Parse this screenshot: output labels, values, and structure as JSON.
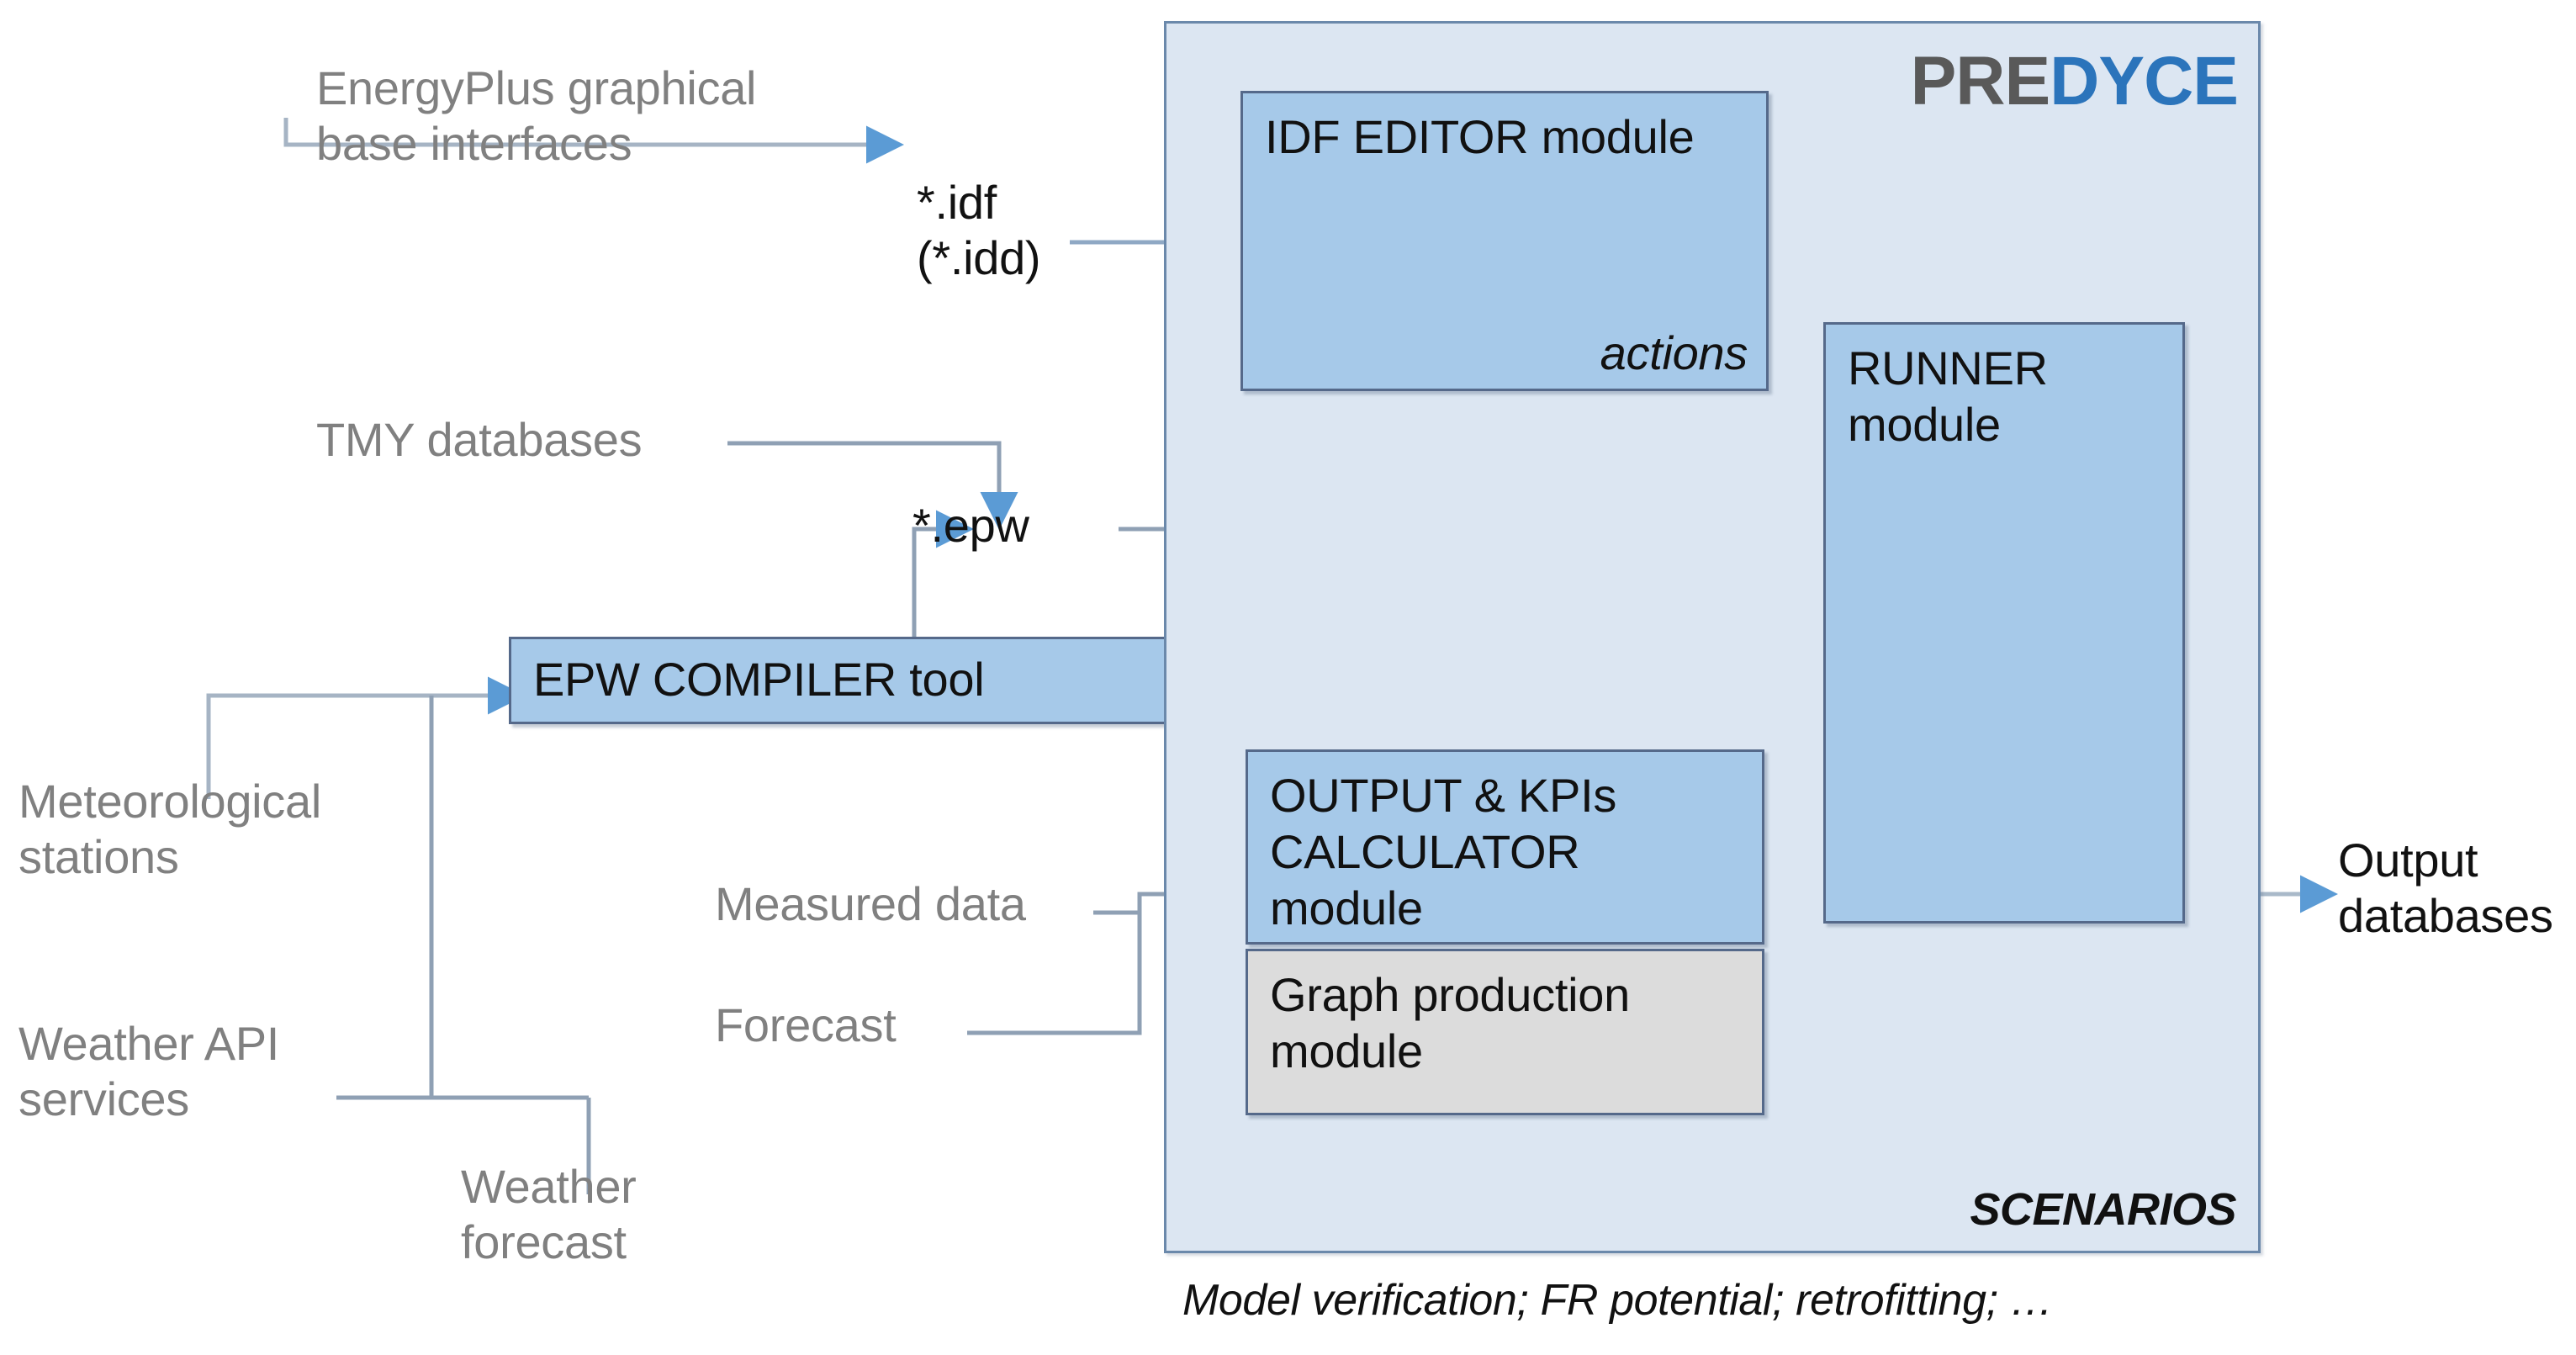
{
  "diagram": {
    "title": "PREDYCE framework architecture",
    "caption": "Model verification; FR potential; retrofitting; …",
    "brand": {
      "part1": "PRE",
      "part2": "DYCE",
      "color1": "#595959",
      "color2": "#2b74bb"
    },
    "panel": {
      "label": "SCENARIOS",
      "fill": "#dce6f2",
      "border": "#6b89ab"
    },
    "colors": {
      "module_fill": "#a6c9e9",
      "module_border": "#55698a",
      "grey_module_fill": "#dcdcdc",
      "arrow_blue": "#5b9bd5",
      "arrow_grey": "#a6a6a6",
      "label_grey": "#808080",
      "text_dark": "#111111"
    }
  },
  "external_labels": [
    {
      "id": "energyplus",
      "text": "EnergyPlus graphical\nbase interfaces"
    },
    {
      "id": "tmy",
      "text": "TMY databases"
    },
    {
      "id": "meteo",
      "text": "Meteorological\nstations"
    },
    {
      "id": "weather-api",
      "text": "Weather API\nservices"
    },
    {
      "id": "weather-forecast",
      "text": "Weather\nforecast"
    },
    {
      "id": "measured-data",
      "text": "Measured data"
    },
    {
      "id": "forecast",
      "text": "Forecast"
    },
    {
      "id": "output-databases",
      "text": "Output\ndatabases"
    }
  ],
  "file_labels": [
    {
      "id": "idf",
      "text": "*.idf\n(*.idd)"
    },
    {
      "id": "epw",
      "text": "*.epw"
    }
  ],
  "tools": [
    {
      "id": "epw-compiler",
      "text": "EPW COMPILER tool",
      "style": "blue"
    }
  ],
  "modules": [
    {
      "id": "idf-editor",
      "text": "IDF EDITOR module",
      "note": "actions",
      "style": "blue"
    },
    {
      "id": "runner",
      "text": "RUNNER\nmodule",
      "note": "",
      "style": "blue"
    },
    {
      "id": "output-kpis",
      "text": "OUTPUT & KPIs\nCALCULATOR\nmodule",
      "note": "",
      "style": "blue"
    },
    {
      "id": "graph-production",
      "text": "Graph production\nmodule",
      "note": "",
      "style": "grey"
    }
  ],
  "flows": [
    {
      "from": "energyplus",
      "to": "idf"
    },
    {
      "from": "idf",
      "to": "idf-editor"
    },
    {
      "from": "tmy",
      "to": "epw"
    },
    {
      "from": "epw-compiler",
      "to": "epw"
    },
    {
      "from": "meteo",
      "to": "epw-compiler"
    },
    {
      "from": "weather-api",
      "to": "epw-compiler"
    },
    {
      "from": "weather-forecast",
      "to": "epw-compiler"
    },
    {
      "from": "epw",
      "to": "runner"
    },
    {
      "from": "epw",
      "to": "output-kpis"
    },
    {
      "from": "idf-editor",
      "to": "runner"
    },
    {
      "from": "runner",
      "to": "output-kpis"
    },
    {
      "from": "measured-data",
      "to": "output-kpis"
    },
    {
      "from": "forecast",
      "to": "output-kpis"
    },
    {
      "from": "output-kpis",
      "to": "output-databases"
    }
  ]
}
